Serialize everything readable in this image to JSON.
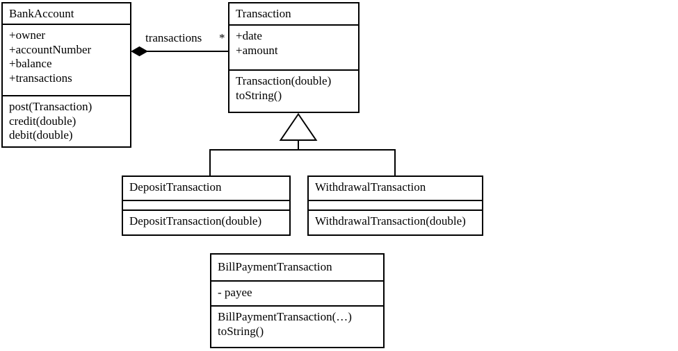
{
  "uml": {
    "classes": {
      "bank_account": {
        "name": "BankAccount",
        "attributes": [
          "+owner",
          "+accountNumber",
          "+balance",
          "+transactions"
        ],
        "methods": [
          "post(Transaction)",
          "credit(double)",
          "debit(double)"
        ]
      },
      "transaction": {
        "name": "Transaction",
        "attributes": [
          "+date",
          "+amount"
        ],
        "methods": [
          "Transaction(double)",
          "toString()"
        ]
      },
      "deposit_transaction": {
        "name": "DepositTransaction",
        "attributes": [],
        "methods": [
          "DepositTransaction(double)"
        ]
      },
      "withdrawal_transaction": {
        "name": "WithdrawalTransaction",
        "attributes": [],
        "methods": [
          "WithdrawalTransaction(double)"
        ]
      },
      "bill_payment_transaction": {
        "name": "BillPaymentTransaction",
        "attributes": [
          "- payee"
        ],
        "methods": [
          "BillPaymentTransaction(…)",
          "toString()"
        ]
      }
    },
    "association": {
      "label": "transactions",
      "multiplicity": "*",
      "type": "composition"
    },
    "generalization": {
      "parent": "Transaction",
      "children": [
        "DepositTransaction",
        "WithdrawalTransaction"
      ]
    },
    "colors": {
      "line": "#000000",
      "background": "#ffffff",
      "text": "#000000"
    }
  }
}
